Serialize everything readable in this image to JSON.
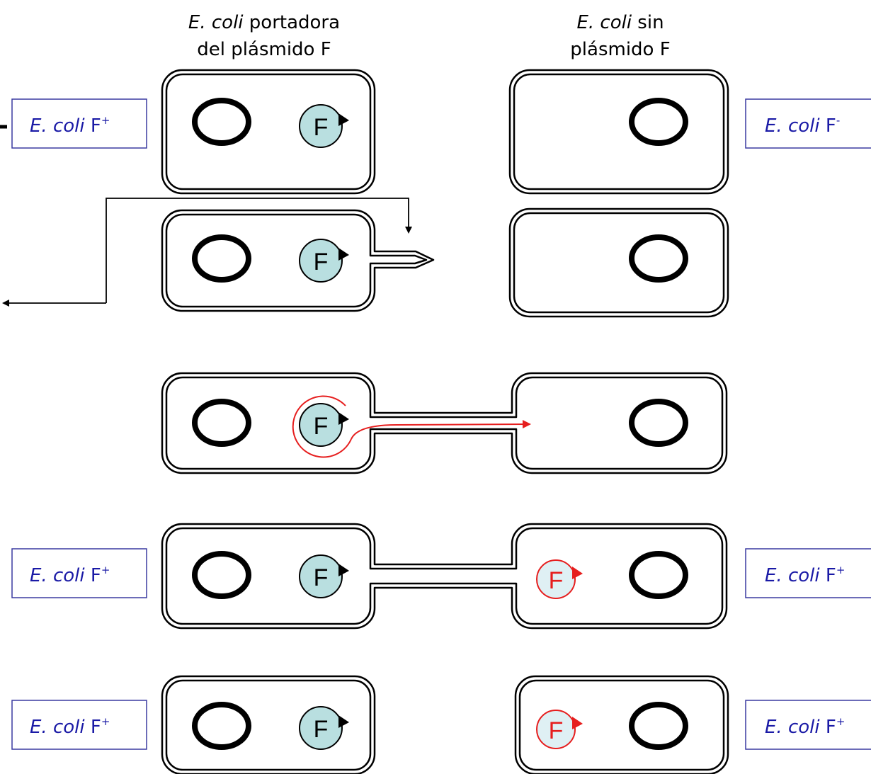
{
  "header": {
    "left_col": {
      "line1_italic": "E. coli",
      "line1_rest": " portadora",
      "line2": "del plásmido F"
    },
    "right_col": {
      "line1_italic": "E. coli",
      "line1_rest": " sin",
      "line2": "plásmido F"
    }
  },
  "labels": {
    "row1_left": {
      "italic": "E. coli",
      "text": " F",
      "sup": "+"
    },
    "row1_right": {
      "italic": "E. coli",
      "text": " F",
      "sup": "-"
    },
    "row4_left": {
      "italic": "E. coli",
      "text": " F",
      "sup": "+"
    },
    "row4_right": {
      "italic": "E. coli",
      "text": " F",
      "sup": "+"
    },
    "row5_left": {
      "italic": "E. coli",
      "text": " F",
      "sup": "+"
    },
    "row5_right": {
      "italic": "E. coli",
      "text": " F",
      "sup": "+"
    }
  },
  "plasmid_letter": "F",
  "colors": {
    "outline": "#000000",
    "plasmid_fill": "#b9dfe0",
    "transferred_plasmid": "#e61e1e",
    "transferred_fill": "#dff0f4",
    "label_text": "#1a1aa6",
    "label_border": "#3a3aa0"
  }
}
